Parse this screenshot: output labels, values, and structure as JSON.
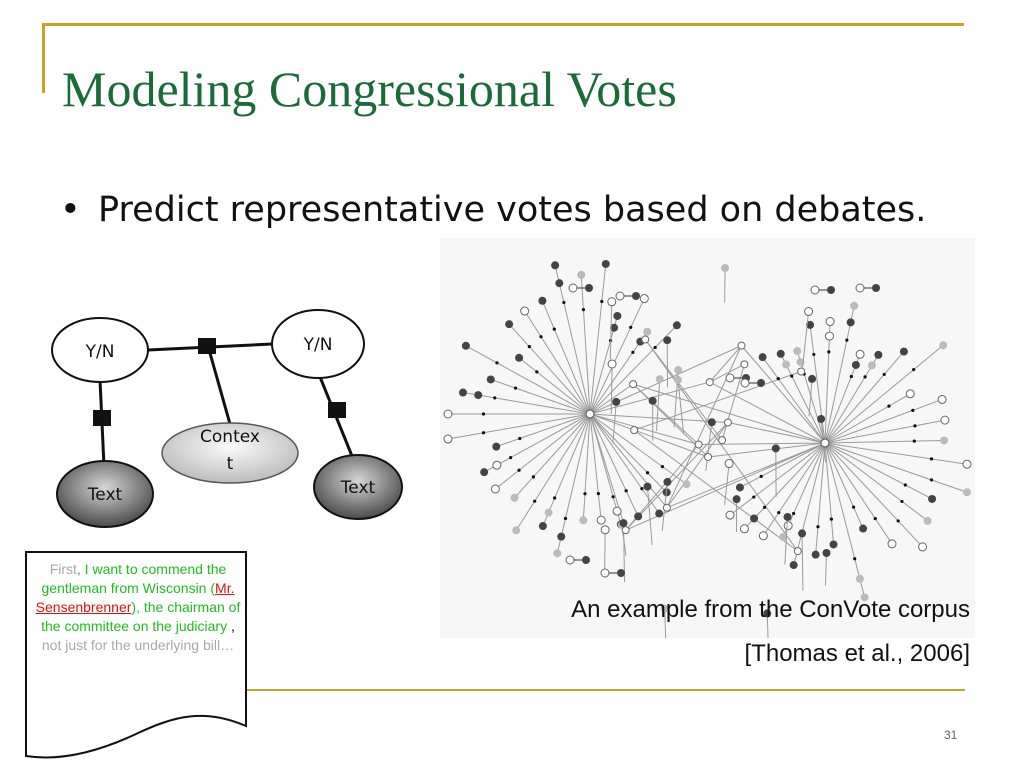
{
  "slide": {
    "title": "Modeling Congressional Votes",
    "bullet": "Predict representative votes based on debates.",
    "page_number": "31"
  },
  "diagram": {
    "vote_left": "Y/N",
    "vote_right": "Y/N",
    "context_line1": "Contex",
    "context_line2": "t",
    "text_left": "Text",
    "text_right": "Text"
  },
  "document_snippet": {
    "part1": "First",
    "part2": ", I want to commend the gentleman from Wisconsin (",
    "part3": "Mr. Sensenbrenner",
    "part4": "),  the chairman of the committee on the judiciary",
    "part5": " , ",
    "part6": "not just for the underlying bill…"
  },
  "figure": {
    "caption_line1": "An example from the ConVote corpus",
    "caption_line2": "[Thomas et al., 2006]"
  },
  "colors": {
    "title": "#1b6b3a",
    "accent_rule": "#c9a227",
    "snippet_gray": "#a8a8a8",
    "snippet_green": "#22bb22",
    "snippet_red": "#e01010"
  }
}
